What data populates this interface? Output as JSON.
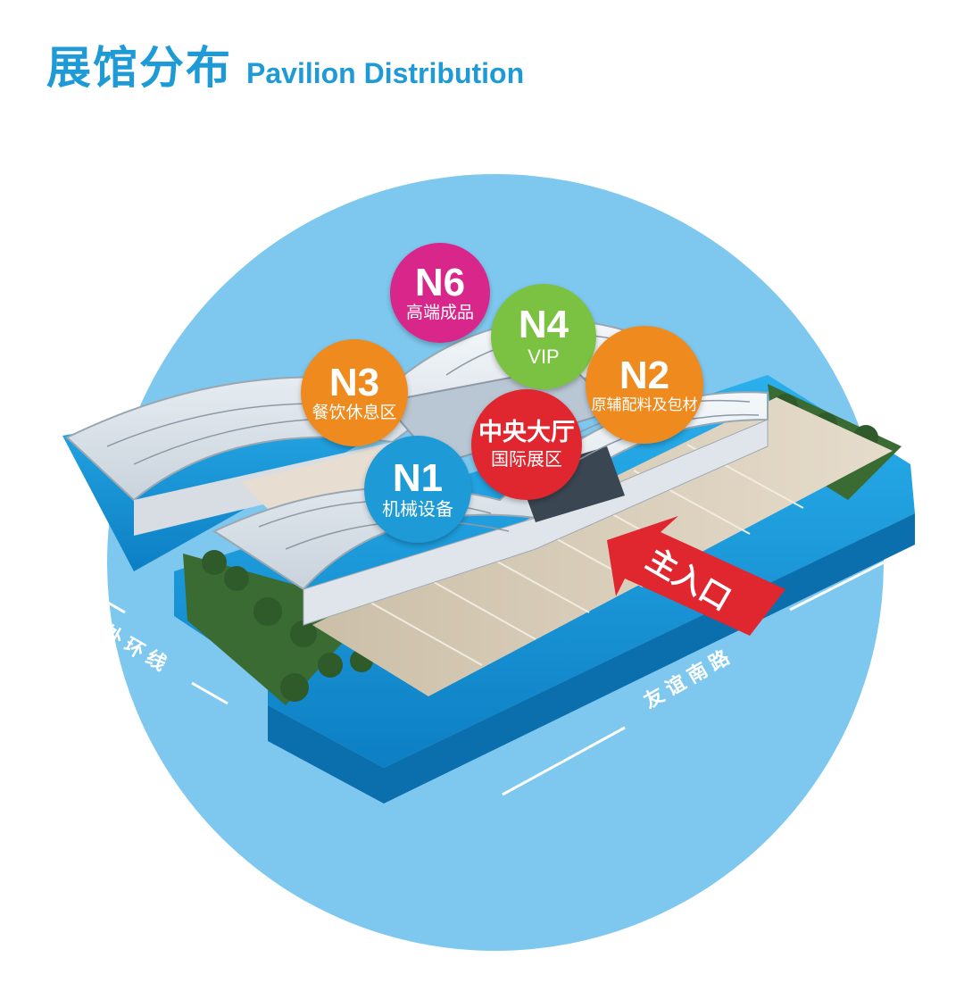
{
  "header": {
    "title_cn": "展馆分布",
    "title_en": "Pavilion Distribution"
  },
  "pavilions": [
    {
      "code": "N6",
      "label": "高端成品",
      "color": "#d8268a"
    },
    {
      "code": "N4",
      "label": "VIP",
      "color": "#7cc242"
    },
    {
      "code": "N3",
      "label": "餐饮休息区",
      "color": "#ef8a1e"
    },
    {
      "code": "N2",
      "label": "原辅配料及包材",
      "color": "#ef8a1e"
    },
    {
      "code": "中央大厅",
      "label": "国际展区",
      "color": "#e0262e"
    },
    {
      "code": "N1",
      "label": "机械设备",
      "color": "#1e9bd7"
    }
  ],
  "roads": {
    "outer_ring": "外环线",
    "youyi_south": "友谊南路"
  },
  "entrance": {
    "label": "主入口",
    "color": "#e0262e"
  },
  "colors": {
    "circle": "#7ec8ef",
    "water": "#1d9ee0",
    "roof": "#e8eef3",
    "plaza": "#d9cbb6",
    "trees": "#2f5a2a"
  }
}
